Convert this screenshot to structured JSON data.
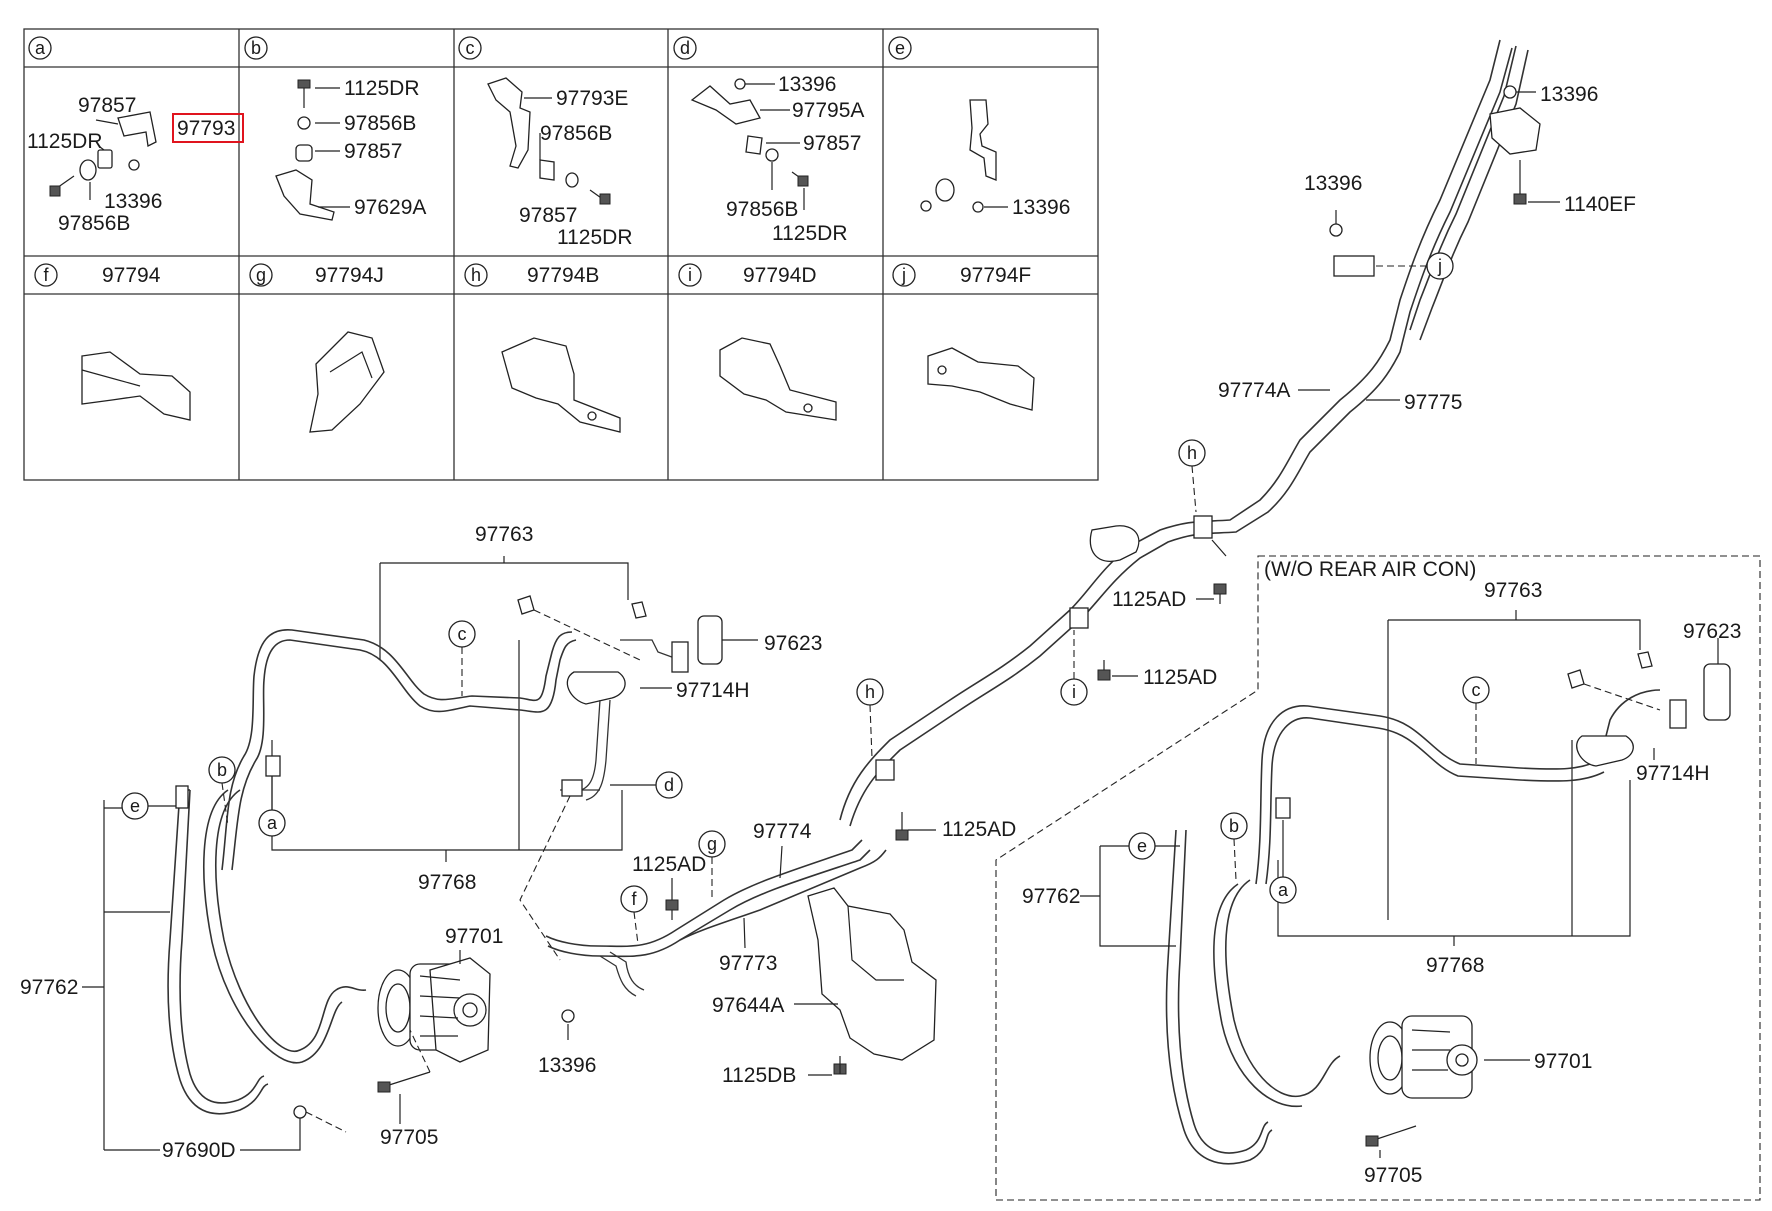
{
  "grid": {
    "row1": [
      {
        "letter": "a"
      },
      {
        "letter": "b"
      },
      {
        "letter": "c"
      },
      {
        "letter": "d"
      },
      {
        "letter": "e"
      }
    ],
    "row2": [
      {
        "letter": "f",
        "part": "97794"
      },
      {
        "letter": "g",
        "part": "97794J"
      },
      {
        "letter": "h",
        "part": "97794B"
      },
      {
        "letter": "i",
        "part": "97794D"
      },
      {
        "letter": "j",
        "part": "97794F"
      }
    ],
    "cell_a": {
      "p1": "97857",
      "p2": "1125DR",
      "p3": "97793",
      "p4": "13396",
      "p5": "97856B"
    },
    "cell_b": {
      "p1": "1125DR",
      "p2": "97856B",
      "p3": "97857",
      "p4": "97629A"
    },
    "cell_c": {
      "p1": "97793E",
      "p2": "97856B",
      "p3": "97857",
      "p4": "1125DR"
    },
    "cell_d": {
      "p1": "13396",
      "p2": "97795A",
      "p3": "97857",
      "p4": "97856B",
      "p5": "1125DR"
    },
    "cell_e": {
      "p1": "13396"
    }
  },
  "main": {
    "labels": {
      "l97763": "97763",
      "l97623": "97623",
      "l97714H": "97714H",
      "l97768": "97768",
      "l97762": "97762",
      "l97701": "97701",
      "l97705": "97705",
      "l97690D": "97690D",
      "l13396b": "13396",
      "l1125ADa": "1125AD",
      "l97774": "97774",
      "l97773": "97773",
      "l97644A": "97644A",
      "l1125DB": "1125DB",
      "l1125ADb": "1125AD",
      "l1125ADc": "1125AD",
      "l1125ADd": "1125AD",
      "l97774A": "97774A",
      "l97775": "97775",
      "l13396t": "13396",
      "l13396r": "13396",
      "l1140EF": "1140EF"
    },
    "callouts": {
      "c": "c",
      "d": "d",
      "e": "e",
      "b": "b",
      "a": "a",
      "g": "g",
      "f": "f",
      "h1": "h",
      "h2": "h",
      "i": "i",
      "j": "j"
    }
  },
  "inset": {
    "title": "(W/O REAR AIR CON)",
    "labels": {
      "l97763": "97763",
      "l97623": "97623",
      "l97714H": "97714H",
      "l97762": "97762",
      "l97768": "97768",
      "l97701": "97701",
      "l97705": "97705"
    },
    "callouts": {
      "c": "c",
      "e": "e",
      "b": "b",
      "a": "a"
    }
  },
  "highlight_color": "#e0141e"
}
